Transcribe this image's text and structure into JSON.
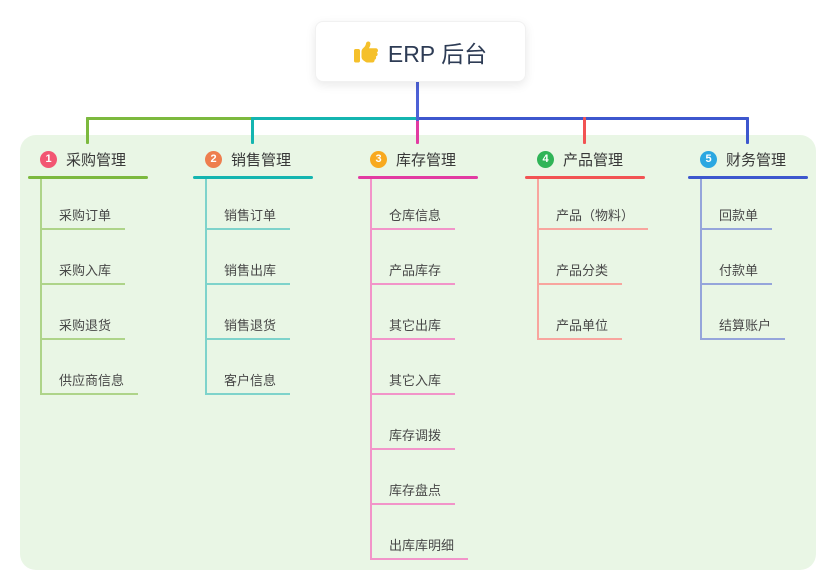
{
  "title": {
    "label": "ERP 后台",
    "icon": "thumbs-up-icon"
  },
  "theme": {
    "page_bg": "#ffffff",
    "panel_bg": "#e9f6e5",
    "stem_color": "#4d61d6",
    "title_color": "#2e3c55",
    "thumb_color": "#f5c02b",
    "branch_text": "#373737",
    "item_text": "#484848"
  },
  "branches": [
    {
      "number": "1",
      "label": "采购管理",
      "badge_color": "#f25672",
      "line_color": "#7cb93e",
      "sub_color": "#aed489",
      "items": [
        "采购订单",
        "采购入库",
        "采购退货",
        "供应商信息"
      ]
    },
    {
      "number": "2",
      "label": "销售管理",
      "badge_color": "#ee7e4e",
      "line_color": "#14b5b0",
      "sub_color": "#7ed3cb",
      "items": [
        "销售订单",
        "销售出库",
        "销售退货",
        "客户信息"
      ]
    },
    {
      "number": "3",
      "label": "库存管理",
      "badge_color": "#f8a91f",
      "line_color": "#e23ba2",
      "sub_color": "#f294c9",
      "items": [
        "仓库信息",
        "产品库存",
        "其它出库",
        "其它入库",
        "库存调拨",
        "库存盘点",
        "出库库明细"
      ]
    },
    {
      "number": "4",
      "label": "产品管理",
      "badge_color": "#30b457",
      "line_color": "#f25353",
      "sub_color": "#f8a59e",
      "items": [
        "产品（物料）",
        "产品分类",
        "产品单位"
      ]
    },
    {
      "number": "5",
      "label": "财务管理",
      "badge_color": "#2ba7e1",
      "line_color": "#3d57ce",
      "sub_color": "#95a5db",
      "items": [
        "回款单",
        "付款单",
        "结算账户"
      ]
    }
  ]
}
